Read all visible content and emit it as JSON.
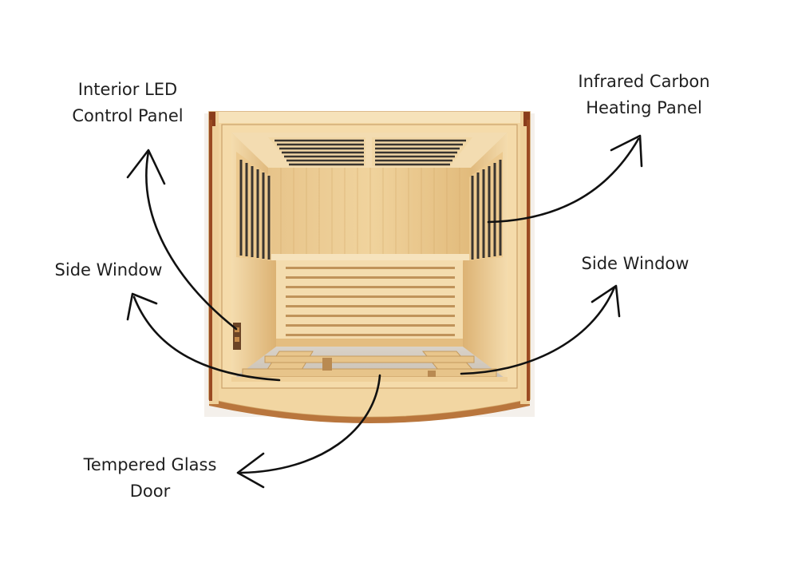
{
  "labels": {
    "led_panel": {
      "line1": "Interior LED",
      "line2": "Control Panel"
    },
    "carbon_panel": {
      "line1": "Infrared Carbon",
      "line2": "Heating Panel"
    },
    "side_window_left": "Side Window",
    "side_window_right": "Side Window",
    "glass_door": {
      "line1": "Tempered Glass",
      "line2": "Door"
    }
  },
  "colors": {
    "wood_light": "#f3d7a4",
    "wood_mid": "#e6bf80",
    "wood_dark": "#c99a5a",
    "heater_slat": "#3a3530",
    "corner_cap": "#8a3d1c",
    "arrow": "#111111"
  }
}
